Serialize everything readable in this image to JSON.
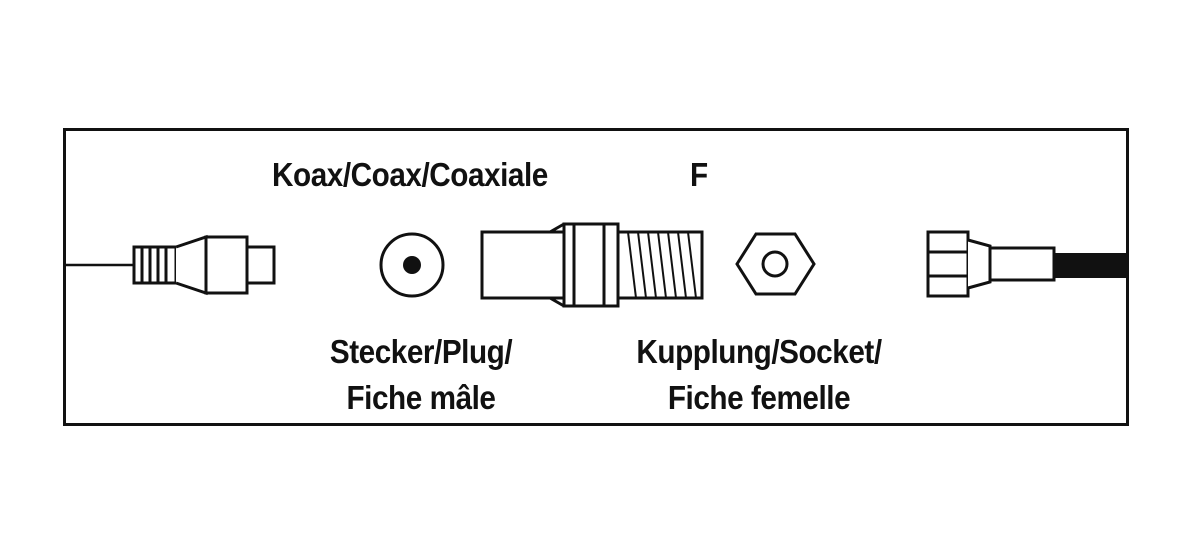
{
  "labels": {
    "cable_type": "Koax/Coax/Coaxiale",
    "connector_type": "F",
    "plug_line1": "Stecker/Plug/",
    "plug_line2": "Fiche mâle",
    "socket_line1": "Kupplung/Socket/",
    "socket_line2": "Fiche femelle"
  },
  "colors": {
    "line": "#111111",
    "background": "#ffffff"
  },
  "icons": {
    "coax_plug_side": "coax-plug-icon",
    "plug_face": "plug-front-icon",
    "f_socket_side": "f-socket-icon",
    "f_socket_face": "hex-nut-icon",
    "f_plug_side": "f-plug-icon"
  }
}
